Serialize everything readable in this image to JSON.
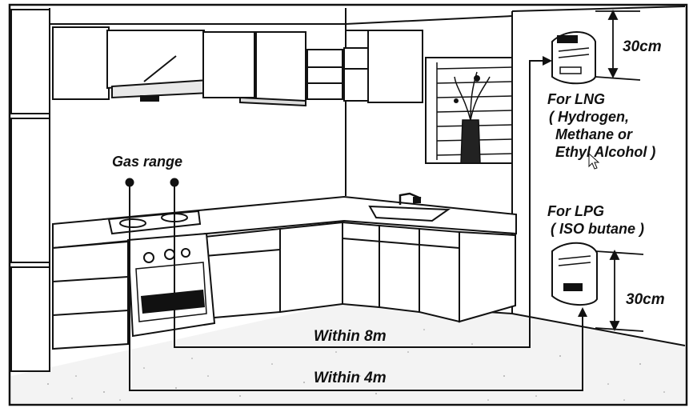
{
  "labels": {
    "gas_range": "Gas range",
    "lng_line1": "For LNG",
    "lng_line2": "( Hydrogen,",
    "lng_line3": "Methane or",
    "lng_line4": "Ethyl Alcohol )",
    "lpg_line1": "For LPG",
    "lpg_line2": "( ISO butane )",
    "top_distance": "30cm",
    "bottom_distance": "30cm",
    "within_8m": "Within 8m",
    "within_4m": "Within 4m"
  }
}
